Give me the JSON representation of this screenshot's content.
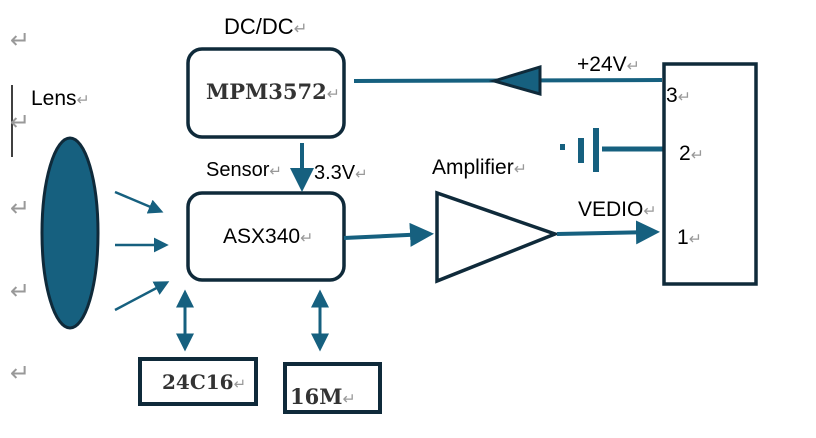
{
  "colors": {
    "accent": "#16607F",
    "outline": "#0F2A3A"
  },
  "paragraph_mark": "↵",
  "labels": {
    "lens": "Lens",
    "dcdc": "DC/DC",
    "mpm": "MPM3572",
    "sensor": "Sensor",
    "v33": "3.3V",
    "asx": "ASX340",
    "amplifier": "Amplifier",
    "v24": "+24V",
    "vedio": "VEDIO",
    "pin3": "3",
    "pin2": "2",
    "pin1": "1",
    "eeprom": "24C16",
    "flash": "16M"
  }
}
